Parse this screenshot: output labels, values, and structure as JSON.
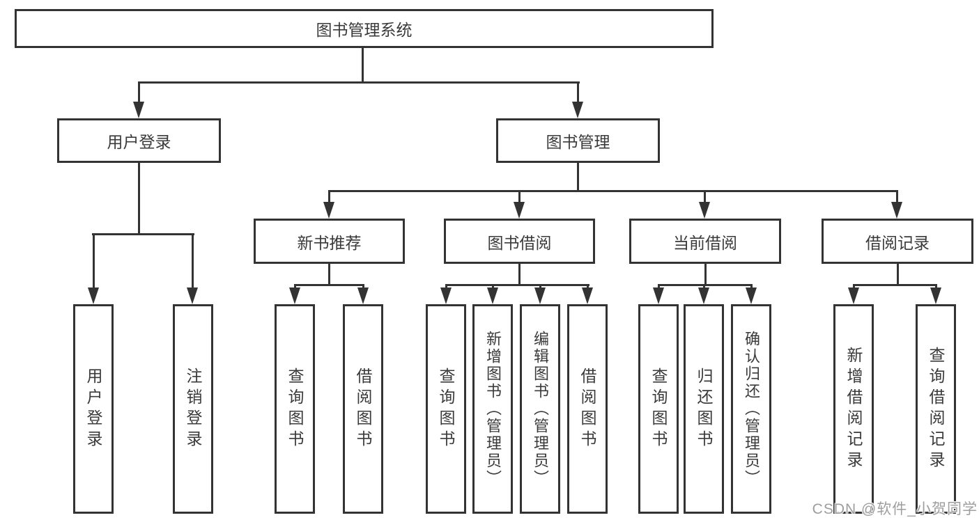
{
  "title": {
    "label": "图书管理系统"
  },
  "level2": [
    {
      "label": "用户登录"
    },
    {
      "label": "图书管理"
    }
  ],
  "level3": [
    {
      "label": "新书推荐"
    },
    {
      "label": "图书借阅"
    },
    {
      "label": "当前借阅"
    },
    {
      "label": "借阅记录"
    }
  ],
  "leaves": {
    "login": [
      {
        "label": "用户登录"
      },
      {
        "label": "注销登录"
      }
    ],
    "recommend": [
      {
        "label": "查询图书"
      },
      {
        "label": "借阅图书"
      }
    ],
    "borrow": [
      {
        "label": "查询图书"
      },
      {
        "label": "新增图书（管理员）"
      },
      {
        "label": "编辑图书（管理员）"
      },
      {
        "label": "借阅图书"
      }
    ],
    "current": [
      {
        "label": "查询图书"
      },
      {
        "label": "归还图书"
      },
      {
        "label": "确认归还（管理员）"
      }
    ],
    "records": [
      {
        "label": "新增借阅记录"
      },
      {
        "label": "查询借阅记录"
      }
    ]
  },
  "watermark": {
    "text": "CSDN @软件_小贺同学"
  },
  "colors": {
    "line": "#333333",
    "text": "#3a3a3a",
    "background": "#ffffff",
    "watermark": "#9e9e9e"
  }
}
